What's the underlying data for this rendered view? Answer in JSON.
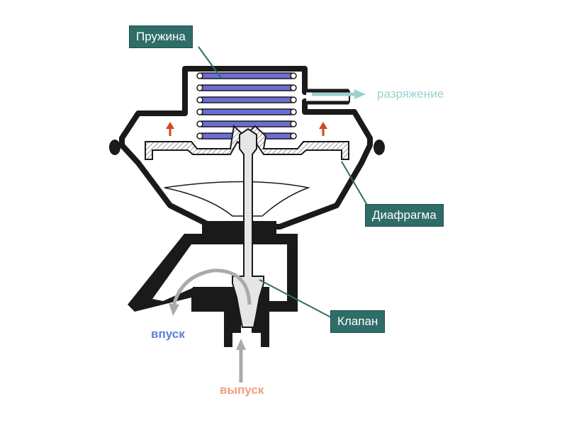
{
  "labels": {
    "spring": "Пружина",
    "diaphragm": "Диафрагма",
    "valve": "Клапан",
    "vacuum": "разряжение",
    "intake": "впуск",
    "exhaust": "выпуск"
  },
  "colors": {
    "callout_bg": "#2f6d68",
    "spring_coil": "#6d6dd6",
    "body_stroke": "#1a1a1a",
    "vacuum": "#9dcfcf",
    "intake": "#5b7fd6",
    "exhaust": "#f0a07a",
    "gas_flow_arrow": "#aaaaaa",
    "force_arrow": "#cc4a1e"
  }
}
